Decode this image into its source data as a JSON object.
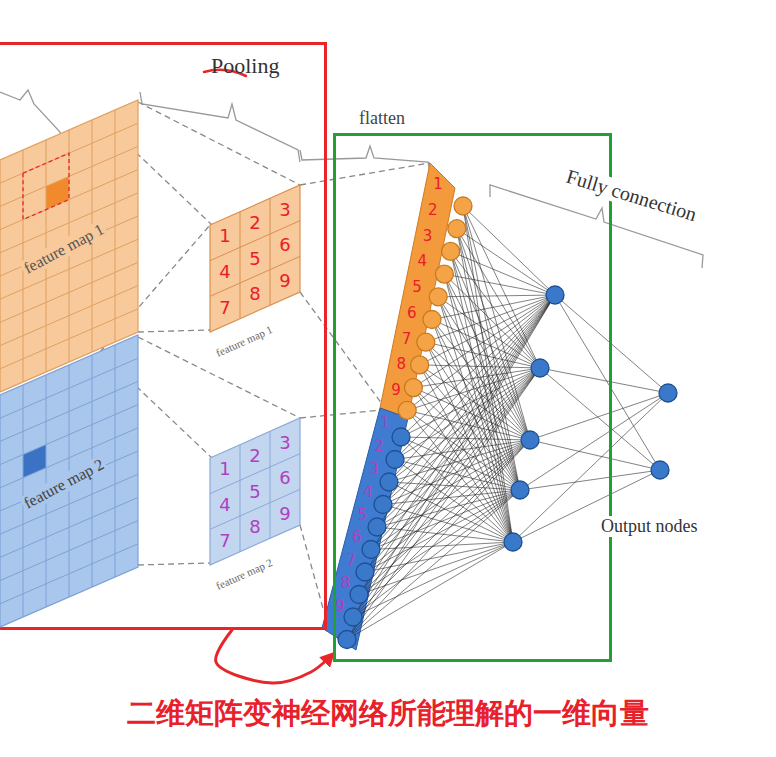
{
  "diagram": {
    "caption": "二维矩阵变神经网络所能理解的一维向量",
    "nodes": [
      {
        "text": [
          "Pooling"
        ]
      },
      {
        "text": [
          "feature map 1"
        ],
        "in": 0
      },
      {
        "text": [
          "feature map 1"
        ],
        "in": 0
      },
      {
        "text": [
          "feature map 2"
        ],
        "in": 0
      },
      {
        "text": [
          "feature map 2"
        ],
        "in": 0
      },
      {
        "text": [
          "Fully connection",
          "Output nodes"
        ]
      }
    ],
    "edges": [
      {
        "from": 0,
        "to": 5,
        "arrow": "to"
      }
    ],
    "labels": [
      "flatten",
      "1",
      "2",
      "3",
      "4",
      "5",
      "6",
      "7",
      "8",
      "9",
      "1",
      "2",
      "3",
      "4",
      "5",
      "6",
      "7",
      "8",
      "9",
      "1",
      "2",
      "3",
      "4",
      "5",
      "6",
      "7",
      "8",
      "9",
      "1",
      "2",
      "3",
      "4",
      "5",
      "6",
      "7",
      "8",
      "9"
    ]
  }
}
